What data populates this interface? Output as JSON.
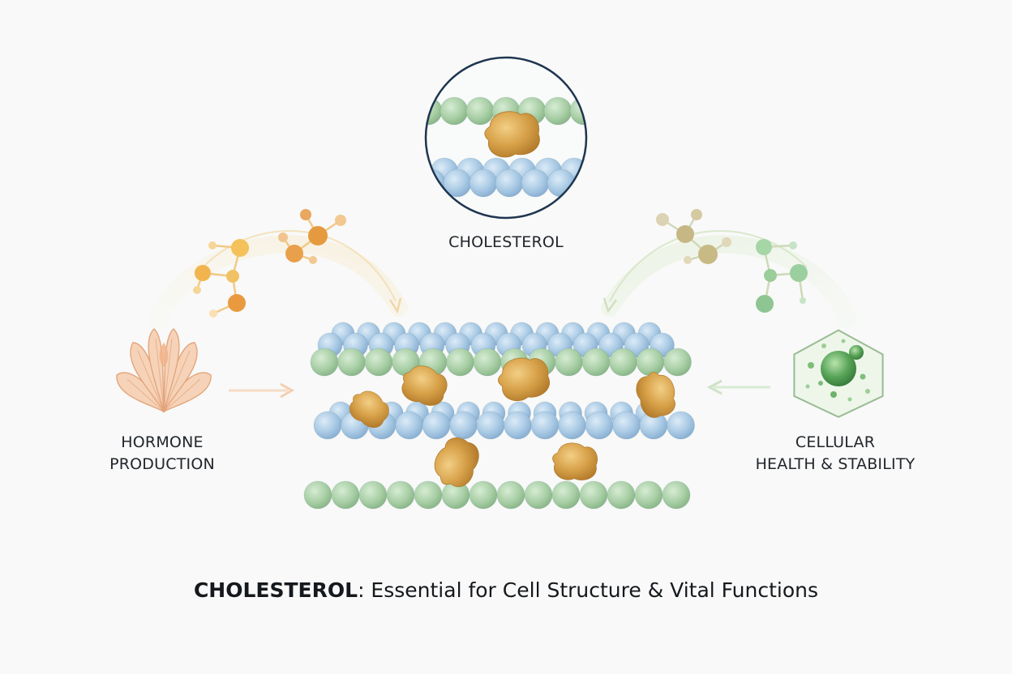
{
  "labels": {
    "zoom": "CHOLESTEROL",
    "hormone_line1": "HORMONE",
    "hormone_line2": "PRODUCTION",
    "cellular_line1": "CELLULAR",
    "cellular_line2": "HEALTH & STABILITY"
  },
  "caption": {
    "bold": "CHOLESTEROL",
    "rest": ": Essential for Cell Structure & Vital Functions"
  },
  "icons": [
    "leaf-fan-icon",
    "hexagon-cell-icon",
    "molecule-icon",
    "magnifier-circle-icon"
  ],
  "colors": {
    "green_bead": "#a9cfa6",
    "blue_bead": "#a8c9e4",
    "cholesterol": "#d8a24a",
    "orange_molecule": "#e9a34a",
    "green_molecule": "#8cc89a",
    "peach_icon": "#f4cdb0",
    "circle_border": "#1f3550"
  }
}
